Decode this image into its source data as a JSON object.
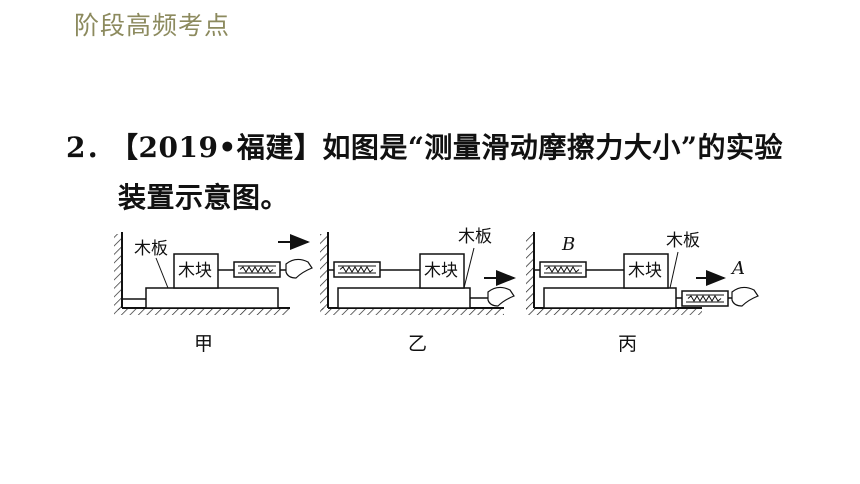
{
  "header": {
    "title": "阶段高频考点"
  },
  "question": {
    "number": "2．",
    "line1": "【2019•福建】如图是“测量滑动摩擦力大小”的实验",
    "line2": "装置示意图。"
  },
  "figure": {
    "panels": [
      {
        "caption": "甲",
        "board_label": "木板",
        "block_label": "木块"
      },
      {
        "caption": "乙",
        "board_label": "木板",
        "block_label": "木块"
      },
      {
        "caption": "丙",
        "board_label": "木板",
        "block_label": "木块",
        "point_b": "B",
        "point_a": "A"
      }
    ]
  }
}
